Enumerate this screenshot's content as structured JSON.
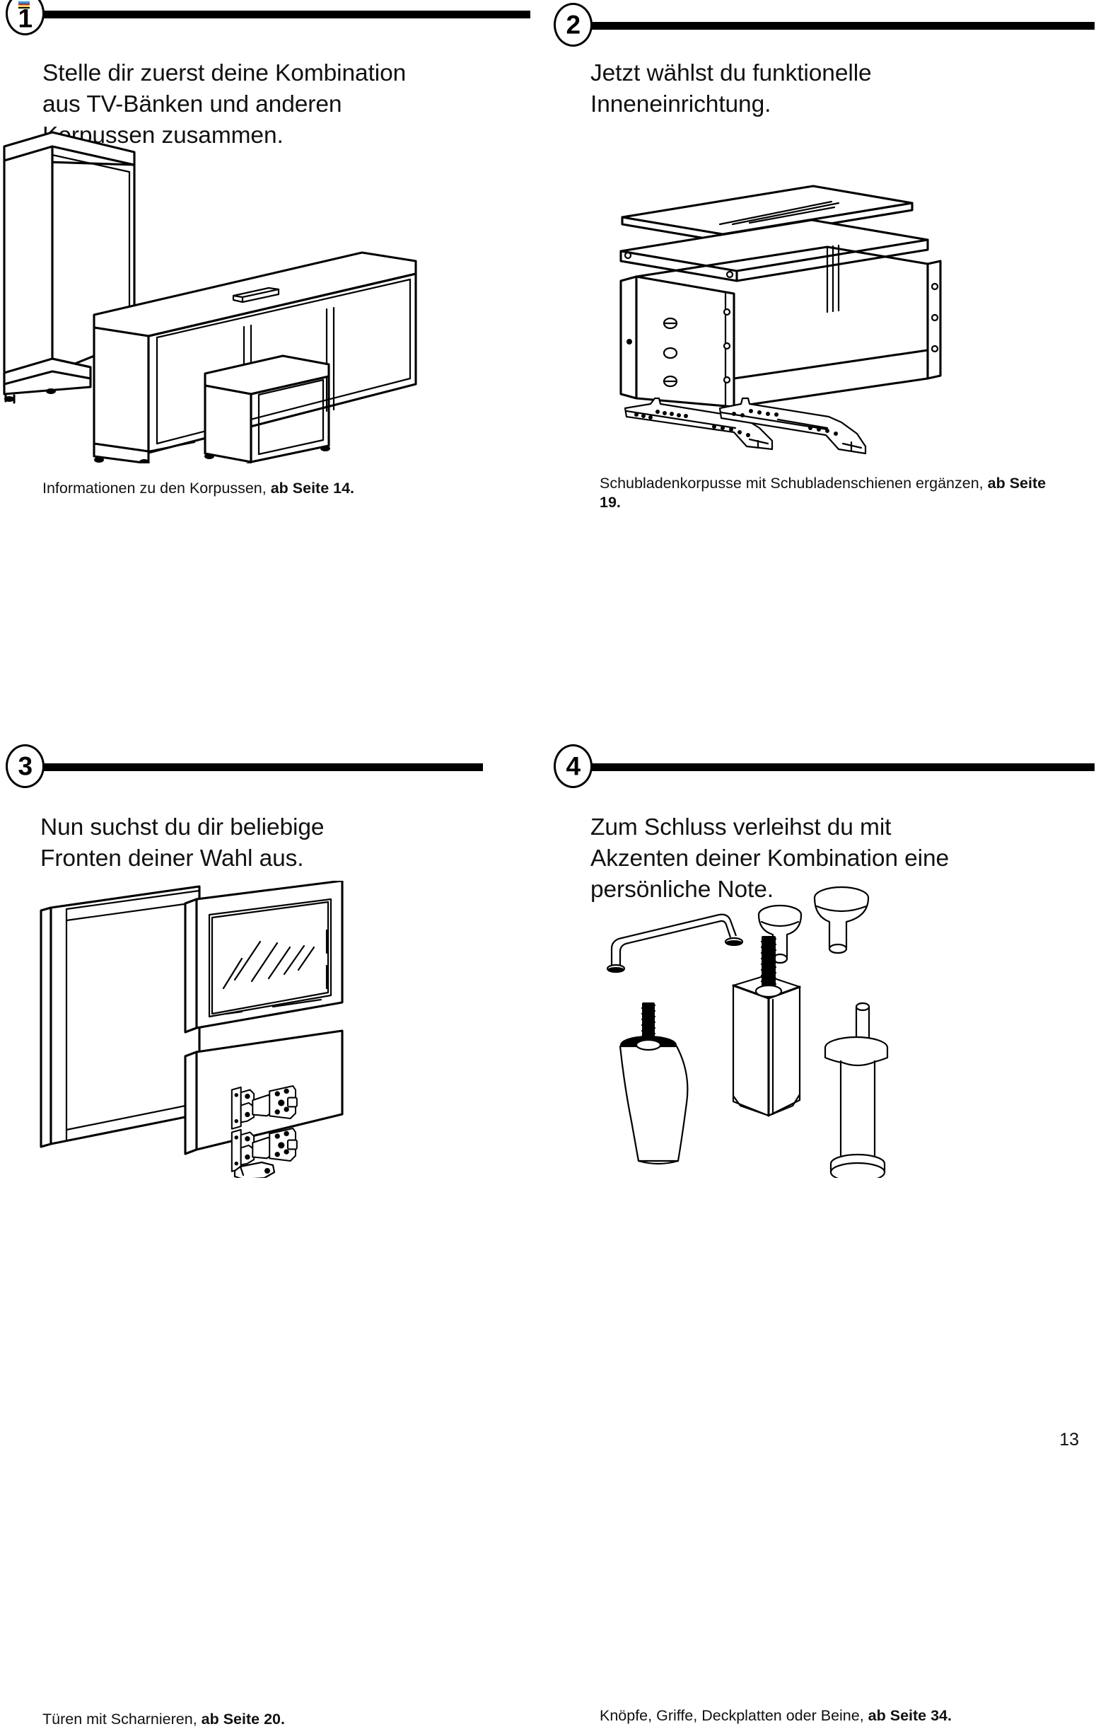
{
  "document": {
    "page_number": "13",
    "language": "de"
  },
  "steps": [
    {
      "number": "1",
      "headline": "Stelle dir zuerst deine Kombination aus TV-Bänken und anderen Korpussen zusammen.",
      "caption_plain": "Informationen zu den Korpussen, ",
      "caption_bold": "ab Seite 14.",
      "illustration_name": "cabinet-frames-illustration"
    },
    {
      "number": "2",
      "headline": "Jetzt wählst du funktionelle Inneneinrichtung.",
      "caption_plain": "Schubladenkorpusse mit Schubladenschienen ergänzen, ",
      "caption_bold": "ab Seite 19.",
      "illustration_name": "drawer-box-and-runners-illustration"
    },
    {
      "number": "3",
      "headline": "Nun suchst du dir beliebige Fronten deiner Wahl aus.",
      "caption_plain": "Türen mit Scharnieren, ",
      "caption_bold": "ab Seite 20.",
      "illustration_name": "doors-and-hinges-illustration"
    },
    {
      "number": "4",
      "headline": "Zum Schluss verleihst du mit Akzenten deiner Kombination eine persönliche Note.",
      "caption_plain": "Knöpfe, Griffe, Deckplatten oder Beine, ",
      "caption_bold": "ab Seite 34.",
      "illustration_name": "handles-knobs-legs-illustration"
    }
  ],
  "colors": {
    "ink": "#000000",
    "paper": "#ffffff",
    "reg_cyan": "#00a0e0",
    "reg_magenta": "#e5007d",
    "reg_yellow": "#ffe800"
  }
}
